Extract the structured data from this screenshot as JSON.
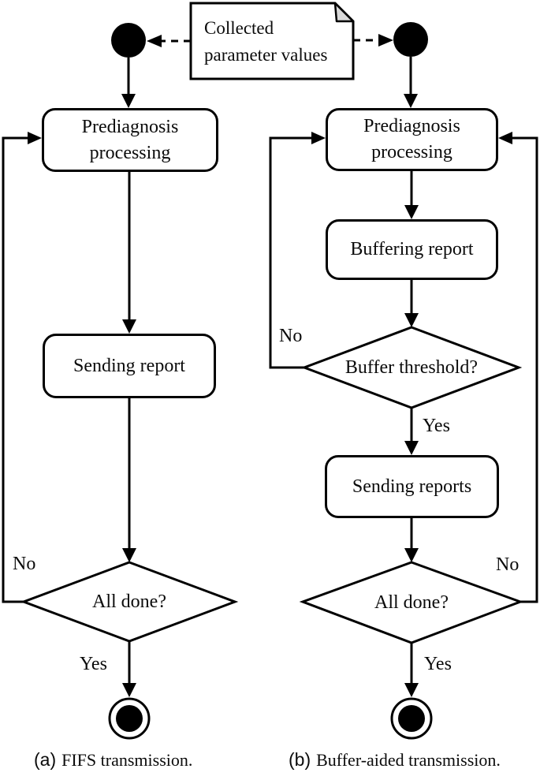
{
  "colors": {
    "stroke": "#000000",
    "node_fill": "#ffffff",
    "fold_fill": "#d9d9d9",
    "background": "#ffffff"
  },
  "note": {
    "label": "Collected parameter values"
  },
  "flow_a": {
    "nodes": {
      "prediagnosis": "Prediagnosis processing",
      "sending": "Sending report",
      "alldone": "All done?"
    },
    "edges": {
      "no": "No",
      "yes": "Yes"
    },
    "caption": {
      "prefix": "(a)",
      "text": "FIFS transmission."
    }
  },
  "flow_b": {
    "nodes": {
      "prediagnosis": "Prediagnosis processing",
      "buffering": "Buffering report",
      "threshold": "Buffer threshold?",
      "sending": "Sending reports",
      "alldone": "All done?"
    },
    "edges": {
      "threshold_no": "No",
      "threshold_yes": "Yes",
      "alldone_no": "No",
      "alldone_yes": "Yes"
    },
    "caption": {
      "prefix": "(b)",
      "text": "Buffer-aided transmission."
    }
  }
}
